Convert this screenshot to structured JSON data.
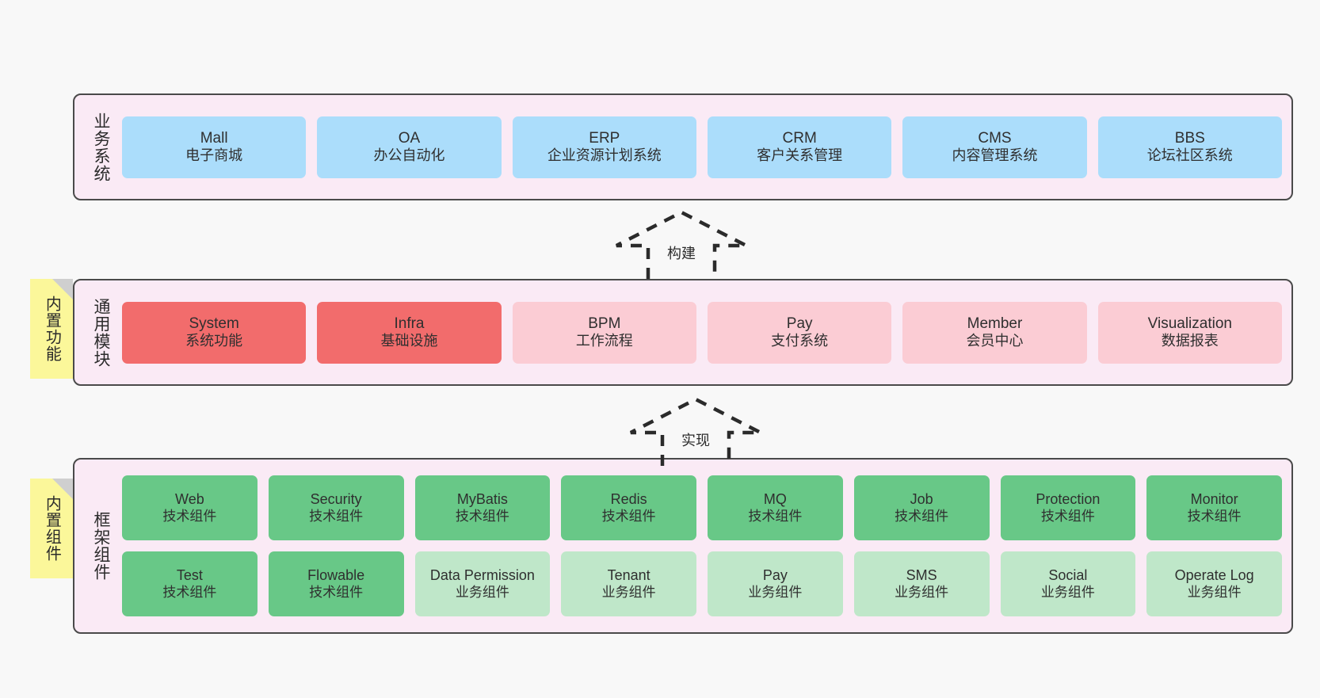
{
  "diagram": {
    "background_color": "#f8f8f8",
    "band_fill": "#faeaf5",
    "band_border": "#4a4a4a",
    "sticky_color": "#fbf79a",
    "colors": {
      "blue": "#abddfb",
      "red": "#f26c6c",
      "pink_light": "#fbccd4",
      "green": "#68c887",
      "green_light": "#bfe7c9"
    }
  },
  "bands": {
    "business": {
      "label": "业务系统",
      "rows": [
        [
          {
            "en": "Mall",
            "cn": "电子商城",
            "color": "blue"
          },
          {
            "en": "OA",
            "cn": "办公自动化",
            "color": "blue"
          },
          {
            "en": "ERP",
            "cn": "企业资源计划系统",
            "color": "blue"
          },
          {
            "en": "CRM",
            "cn": "客户关系管理",
            "color": "blue"
          },
          {
            "en": "CMS",
            "cn": "内容管理系统",
            "color": "blue"
          },
          {
            "en": "BBS",
            "cn": "论坛社区系统",
            "color": "blue"
          }
        ]
      ]
    },
    "common": {
      "label": "通用模块",
      "sticky": "内置功能",
      "rows": [
        [
          {
            "en": "System",
            "cn": "系统功能",
            "color": "red"
          },
          {
            "en": "Infra",
            "cn": "基础设施",
            "color": "red"
          },
          {
            "en": "BPM",
            "cn": "工作流程",
            "color": "pinklight"
          },
          {
            "en": "Pay",
            "cn": "支付系统",
            "color": "pinklight"
          },
          {
            "en": "Member",
            "cn": "会员中心",
            "color": "pinklight"
          },
          {
            "en": "Visualization",
            "cn": "数据报表",
            "color": "pinklight"
          }
        ]
      ]
    },
    "framework": {
      "label": "框架组件",
      "sticky": "内置组件",
      "rows": [
        [
          {
            "en": "Web",
            "cn": "技术组件",
            "color": "green"
          },
          {
            "en": "Security",
            "cn": "技术组件",
            "color": "green"
          },
          {
            "en": "MyBatis",
            "cn": "技术组件",
            "color": "green"
          },
          {
            "en": "Redis",
            "cn": "技术组件",
            "color": "green"
          },
          {
            "en": "MQ",
            "cn": "技术组件",
            "color": "green"
          },
          {
            "en": "Job",
            "cn": "技术组件",
            "color": "green"
          },
          {
            "en": "Protection",
            "cn": "技术组件",
            "color": "green"
          },
          {
            "en": "Monitor",
            "cn": "技术组件",
            "color": "green"
          }
        ],
        [
          {
            "en": "Test",
            "cn": "技术组件",
            "color": "green"
          },
          {
            "en": "Flowable",
            "cn": "技术组件",
            "color": "green"
          },
          {
            "en": "Data Permission",
            "cn": "业务组件",
            "color": "greenlight"
          },
          {
            "en": "Tenant",
            "cn": "业务组件",
            "color": "greenlight"
          },
          {
            "en": "Pay",
            "cn": "业务组件",
            "color": "greenlight"
          },
          {
            "en": "SMS",
            "cn": "业务组件",
            "color": "greenlight"
          },
          {
            "en": "Social",
            "cn": "业务组件",
            "color": "greenlight"
          },
          {
            "en": "Operate Log",
            "cn": "业务组件",
            "color": "greenlight"
          }
        ]
      ]
    }
  },
  "arrows": [
    {
      "id": "build",
      "label": "构建",
      "direction": "up",
      "from": "common",
      "to": "business"
    },
    {
      "id": "impl",
      "label": "实现",
      "direction": "up",
      "from": "framework",
      "to": "common"
    }
  ]
}
